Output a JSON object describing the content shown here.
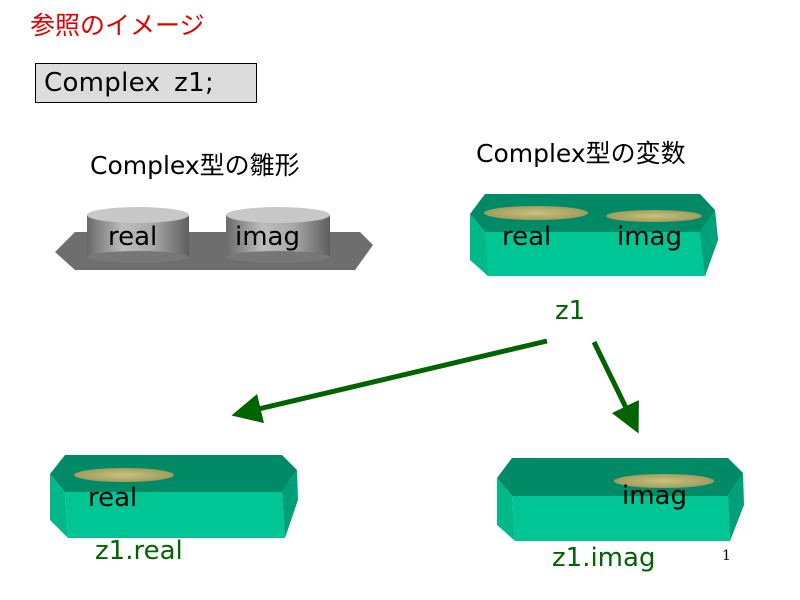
{
  "title": "参照のイメージ",
  "code": {
    "type": "Complex",
    "name": "z1;"
  },
  "template_label": "Complex型の雛形",
  "variable_label": "Complex型の変数",
  "fields": {
    "real": "real",
    "imag": "imag"
  },
  "variable_name": "z1",
  "member_labels": {
    "real": "z1.real",
    "imag": "z1.imag"
  },
  "page_number": "1",
  "colors": {
    "title": "#e00000",
    "variable_top": "#008a66",
    "variable_side": "#00b888",
    "variable_front": "#00c895",
    "field_ellipse": "#b8b070",
    "arrow": "#006400",
    "template_platform": "#6e6e6e",
    "cylinder": "#8c8c8c"
  }
}
